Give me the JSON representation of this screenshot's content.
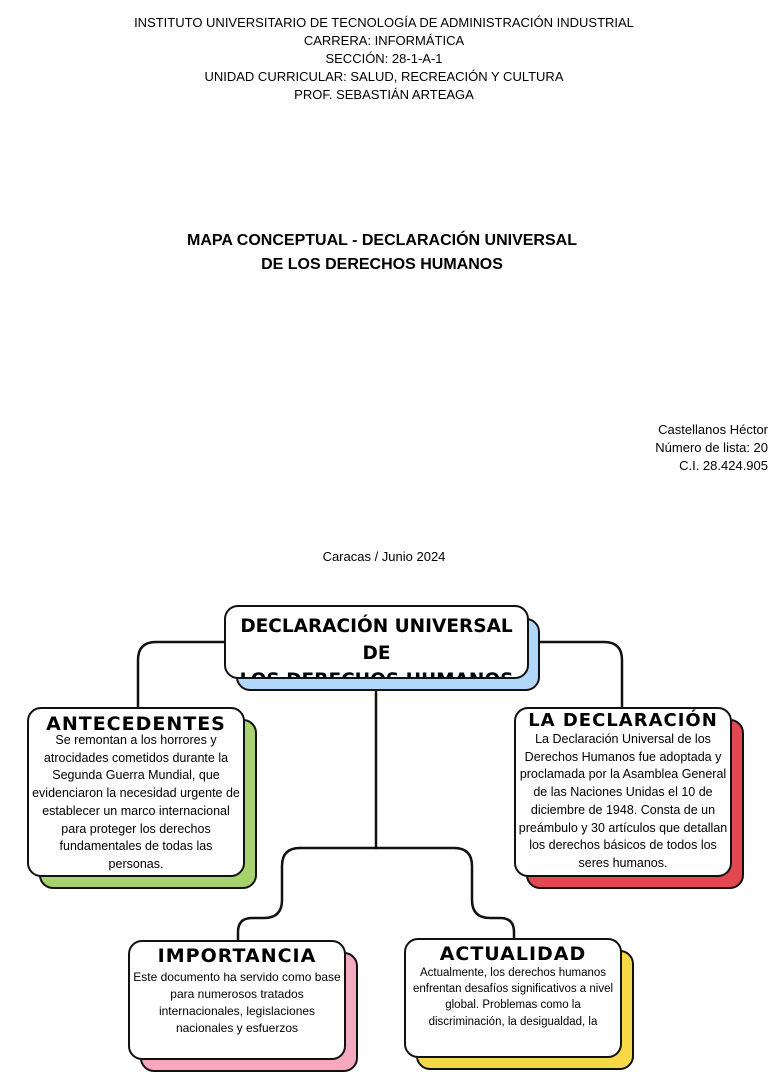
{
  "header": {
    "institution": "INSTITUTO UNIVERSITARIO DE TECNOLOGÍA DE ADMINISTRACIÓN INDUSTRIAL",
    "career": "CARRERA: INFORMÁTICA",
    "section": "SECCIÓN: 28-1-A-1",
    "course": "UNIDAD CURRICULAR: SALUD, RECREACIÓN Y CULTURA",
    "professor": "PROF. SEBASTIÁN ARTEAGA"
  },
  "title": {
    "line1": "MAPA CONCEPTUAL - DECLARACIÓN UNIVERSAL",
    "line2": "DE LOS DERECHOS HUMANOS"
  },
  "author": {
    "name": "Castellanos Héctor",
    "list_number": "Número de lista: 20",
    "id": "C.I. 28.424.905"
  },
  "place_date": "Caracas / Junio 2024",
  "concept_map": {
    "main": {
      "line1": "DECLARACIÓN UNIVERSAL DE",
      "line2": "LOS DERECHOS HUMANOS",
      "shadow_color": "#b3d7fb"
    },
    "antecedentes": {
      "heading": "ANTECEDENTES",
      "text": "Se remontan a los horrores y atrocidades cometidos durante la Segunda Guerra Mundial, que evidenciaron la necesidad urgente de establecer un marco internacional para proteger los derechos fundamentales de todas las personas.",
      "shadow_color": "#a8d26c"
    },
    "declaracion": {
      "heading": "LA DECLARACIÓN",
      "text": "La Declaración Universal de los Derechos Humanos fue adoptada y proclamada por la Asamblea General de las Naciones Unidas el 10 de diciembre de 1948. Consta de un preámbulo y 30 artículos que detallan los derechos básicos de todos los seres humanos.",
      "shadow_color": "#e24852"
    },
    "importancia": {
      "heading": "IMPORTANCIA",
      "text": "Este documento ha servido como base para numerosos tratados internacionales, legislaciones nacionales y esfuerzos",
      "shadow_color": "#f4a9c0"
    },
    "actualidad": {
      "heading": "ACTUALIDAD",
      "text": "Actualmente, los derechos humanos enfrentan desafíos significativos a nivel global.  Problemas como la discriminación, la desigualdad, la",
      "shadow_color": "#f7d948"
    }
  }
}
